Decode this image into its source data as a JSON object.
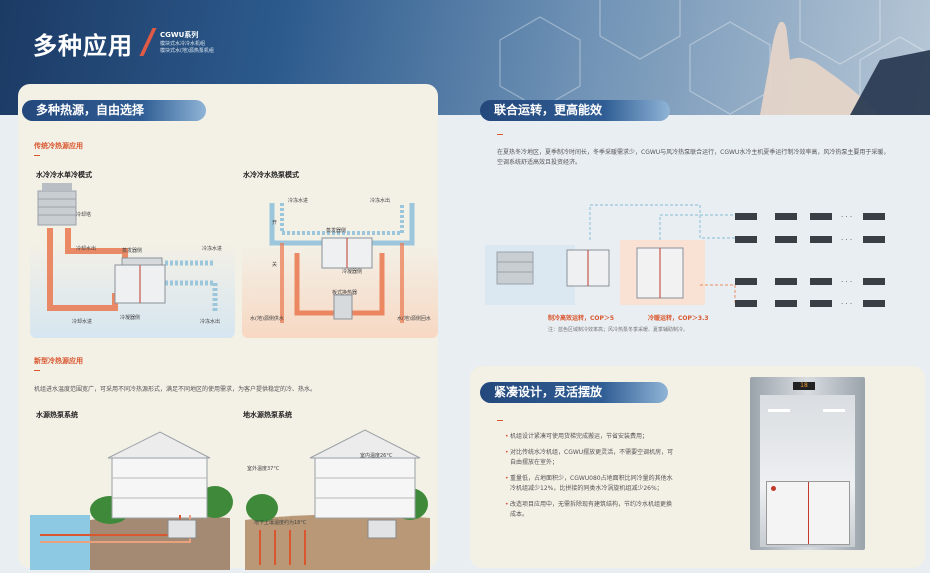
{
  "header": {
    "title": "多种应用",
    "series": "CGWU系列",
    "series_lines": [
      "模块式水冷冷水机组",
      "模块式水(地)源热泵机组"
    ]
  },
  "left_panel": {
    "pill": "多种热源，自由选择",
    "traditional": {
      "label": "传统冷热源应用",
      "mode1": {
        "title": "水冷冷水单冷模式",
        "labels": {
          "tower": "冷却塔",
          "cool_out": "冷却水出",
          "evap": "蒸发器侧",
          "chw_in": "冷冻水进",
          "cool_in": "冷却水进",
          "cond": "冷凝器侧",
          "chw_out": "冷冻水出"
        }
      },
      "mode2": {
        "title": "水冷冷水热泵模式",
        "labels": {
          "chw_in": "冷冻水进",
          "chw_out": "冷冻水出",
          "evap": "蒸发器侧",
          "cond": "冷凝器侧",
          "phe": "板式换热器",
          "ground_in": "水(地)源侧供水",
          "ground_out": "水(地)源侧回水",
          "on": "开",
          "off": "关"
        }
      }
    },
    "new_source": {
      "label": "新型冷热源应用",
      "desc": "机组进水温度范围宽广，可采用不同冷热源形式，满足不同地区的使用需求，为客户提供稳定的冷、热水。",
      "water_title": "水源热泵系统",
      "ground_title": "地水源热泵系统",
      "outdoor_temp": "室外温度37°C",
      "indoor_temp": "室内温度26°C",
      "ground_temp": "地下土壤温度约为18°C"
    }
  },
  "right_top": {
    "pill": "联合运转，更高能效",
    "desc": "在夏热冬冷地区，夏季制冷时间长，冬季采暖需求少，CGWU与风冷热泵联合运行，CGWU水冷主机夏季运行制冷效率高，风冷热泵主要用于采暖，空调系统舒适高效且投资经济。",
    "cool_label": "制冷高效运转，COP＞5",
    "heat_label": "冷暖运转，COP＞3.3",
    "note": "注：蓝色区域制冷效率高；风冷热泵冬季采暖、夏季辅助制冷。",
    "ellipsis": "· · ·"
  },
  "right_bottom": {
    "pill": "紧凑设计，灵活摆放",
    "bullets": [
      "机组设计紧凑可使用货梯完成搬运，节省安装费用；",
      "对比传统水冷机组，CGWU摆放更灵活，不需要空调机房，可自由摆放在室外；",
      "重量低，占地面积少，CGWU080占地面积比同冷量的其他水冷机组减少12%，比拼接的同类水冷涡旋机组减少26%；",
      "改造项目应用中，无需拆除现有建筑结构，节约冷水机组更换成本。"
    ],
    "floor": "18"
  },
  "colors": {
    "accent": "#d9572f",
    "navy": "#24487c",
    "panel": "#f3f0e6"
  }
}
